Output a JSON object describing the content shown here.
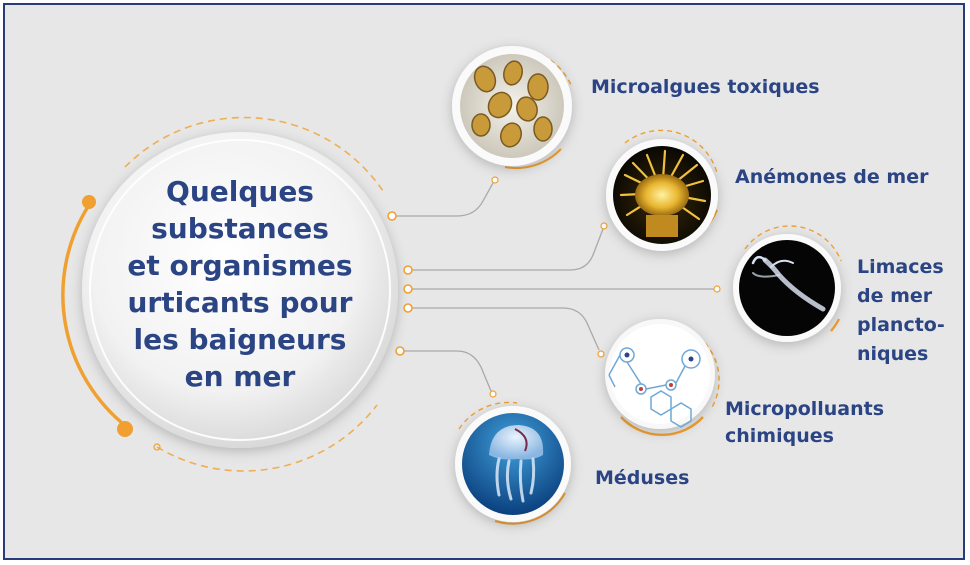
{
  "title_lines": [
    "Quelques",
    "substances",
    "et organismes",
    "urticants pour",
    "les baigneurs",
    "en mer"
  ],
  "items": [
    {
      "icon": "microalgae-photo",
      "label_lines": [
        "Microalgues toxiques"
      ]
    },
    {
      "icon": "sea-anemone-photo",
      "label_lines": [
        "Anémones de mer"
      ]
    },
    {
      "icon": "sea-slug-photo",
      "label_lines": [
        "Limaces",
        "de mer",
        "plancto-",
        "niques"
      ]
    },
    {
      "icon": "chemical-molecule-illustration",
      "label_lines": [
        "Micropolluants",
        "chimiques"
      ]
    },
    {
      "icon": "jellyfish-photo",
      "label_lines": [
        "Méduses"
      ]
    }
  ],
  "colors": {
    "text": "#2b4484",
    "accent": "#f0a030",
    "border": "#263d7a",
    "background": "#e7e7e7"
  }
}
